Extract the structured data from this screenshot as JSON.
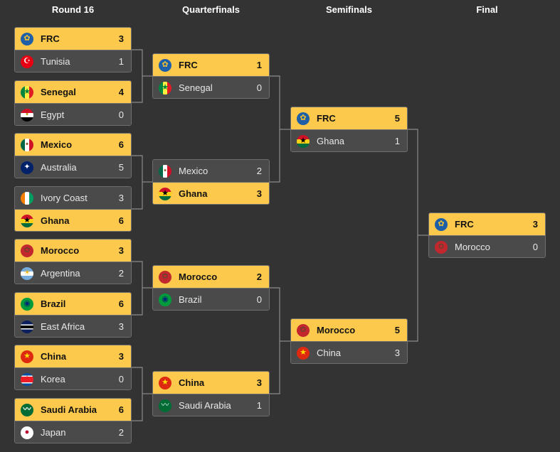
{
  "rounds": [
    "Round 16",
    "Quarterfinals",
    "Semifinals",
    "Final"
  ],
  "round16": [
    {
      "top": {
        "name": "FRC",
        "score": "3",
        "flag": "frc",
        "win": true
      },
      "bottom": {
        "name": "Tunisia",
        "score": "1",
        "flag": "tunisia",
        "win": false
      }
    },
    {
      "top": {
        "name": "Senegal",
        "score": "4",
        "flag": "senegal",
        "win": true
      },
      "bottom": {
        "name": "Egypt",
        "score": "0",
        "flag": "egypt",
        "win": false
      }
    },
    {
      "top": {
        "name": "Mexico",
        "score": "6",
        "flag": "mexico",
        "win": true
      },
      "bottom": {
        "name": "Australia",
        "score": "5",
        "flag": "australia",
        "win": false
      }
    },
    {
      "top": {
        "name": "Ivory Coast",
        "score": "3",
        "flag": "ivory-coast",
        "win": false
      },
      "bottom": {
        "name": "Ghana",
        "score": "6",
        "flag": "ghana",
        "win": true
      }
    },
    {
      "top": {
        "name": "Morocco",
        "score": "3",
        "flag": "morocco",
        "win": true
      },
      "bottom": {
        "name": "Argentina",
        "score": "2",
        "flag": "argentina",
        "win": false
      }
    },
    {
      "top": {
        "name": "Brazil",
        "score": "6",
        "flag": "brazil",
        "win": true
      },
      "bottom": {
        "name": "East Africa",
        "score": "3",
        "flag": "east-africa",
        "win": false
      }
    },
    {
      "top": {
        "name": "China",
        "score": "3",
        "flag": "china",
        "win": true
      },
      "bottom": {
        "name": "Korea",
        "score": "0",
        "flag": "korea",
        "win": false
      }
    },
    {
      "top": {
        "name": "Saudi Arabia",
        "score": "6",
        "flag": "saudi-arabia",
        "win": true
      },
      "bottom": {
        "name": "Japan",
        "score": "2",
        "flag": "japan",
        "win": false
      }
    }
  ],
  "quarterfinals": [
    {
      "top": {
        "name": "FRC",
        "score": "1",
        "flag": "frc",
        "win": true
      },
      "bottom": {
        "name": "Senegal",
        "score": "0",
        "flag": "senegal",
        "win": false
      }
    },
    {
      "top": {
        "name": "Mexico",
        "score": "2",
        "flag": "mexico",
        "win": false
      },
      "bottom": {
        "name": "Ghana",
        "score": "3",
        "flag": "ghana",
        "win": true
      }
    },
    {
      "top": {
        "name": "Morocco",
        "score": "2",
        "flag": "morocco",
        "win": true
      },
      "bottom": {
        "name": "Brazil",
        "score": "0",
        "flag": "brazil",
        "win": false
      }
    },
    {
      "top": {
        "name": "China",
        "score": "3",
        "flag": "china",
        "win": true
      },
      "bottom": {
        "name": "Saudi Arabia",
        "score": "1",
        "flag": "saudi-arabia",
        "win": false
      }
    }
  ],
  "semifinals": [
    {
      "top": {
        "name": "FRC",
        "score": "5",
        "flag": "frc",
        "win": true
      },
      "bottom": {
        "name": "Ghana",
        "score": "1",
        "flag": "ghana",
        "win": false
      }
    },
    {
      "top": {
        "name": "Morocco",
        "score": "5",
        "flag": "morocco",
        "win": true
      },
      "bottom": {
        "name": "China",
        "score": "3",
        "flag": "china",
        "win": false
      }
    }
  ],
  "final": [
    {
      "top": {
        "name": "FRC",
        "score": "3",
        "flag": "frc",
        "win": true
      },
      "bottom": {
        "name": "Morocco",
        "score": "0",
        "flag": "morocco",
        "win": false
      }
    }
  ],
  "colors": {
    "background": "#333333",
    "winner_row": "#fdc94c",
    "loser_row": "#4a4a4a",
    "connector": "#8a8a8a"
  }
}
